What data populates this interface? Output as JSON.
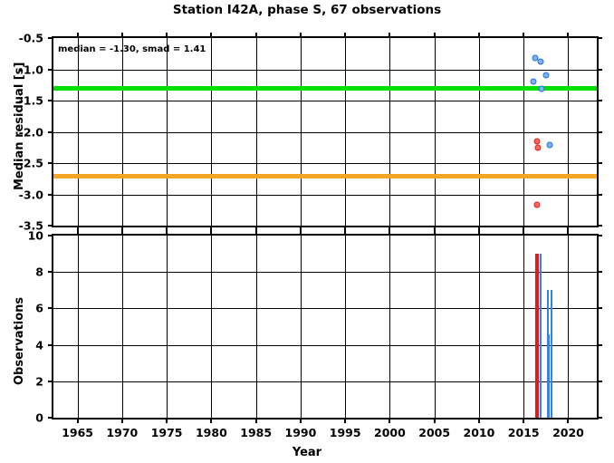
{
  "chart_data": {
    "type": "scatter",
    "title": "Station I42A, phase S, 67 observations",
    "xlabel": "Year",
    "xlim": [
      1962.3,
      2023.2
    ],
    "xticks": [
      1965,
      1970,
      1975,
      1980,
      1985,
      1990,
      1995,
      2000,
      2005,
      2010,
      2015,
      2020
    ],
    "panels": [
      {
        "name": "median-residual-panel",
        "ylabel": "Median residual [s]",
        "ylim": [
          -3.5,
          -0.5
        ],
        "yticks": [
          -0.5,
          -1.0,
          -1.5,
          -2.0,
          -2.5,
          -3.0,
          -3.5
        ],
        "ytick_labels": [
          "-0.5",
          "-1.0",
          "-1.5",
          "-2.0",
          "-2.5",
          "-3.0",
          "-3.5"
        ],
        "annotation": "median = -1.30, smad = 1.41",
        "reference_lines": [
          {
            "name": "median-line",
            "value": -1.3,
            "color": "#00e000"
          },
          {
            "name": "smad-line",
            "value": -2.71,
            "color": "#f5a623"
          }
        ],
        "series": [
          {
            "name": "blue-residuals",
            "color": "#1f6feb",
            "fill": "#7fb2f0",
            "points": [
              {
                "x": 2016.3,
                "y": -0.82
              },
              {
                "x": 2016.95,
                "y": -0.88
              },
              {
                "x": 2017.55,
                "y": -1.09
              },
              {
                "x": 2016.1,
                "y": -1.2
              },
              {
                "x": 2017.05,
                "y": -1.31
              },
              {
                "x": 2017.9,
                "y": -2.21
              }
            ]
          },
          {
            "name": "red-residuals",
            "color": "#e01b1b",
            "fill": "#ff6a5a",
            "points": [
              {
                "x": 2016.55,
                "y": -2.15
              },
              {
                "x": 2016.6,
                "y": -2.26
              },
              {
                "x": 2016.5,
                "y": -3.16
              }
            ]
          }
        ]
      },
      {
        "name": "observations-panel",
        "ylabel": "Observations",
        "ylim": [
          0,
          10
        ],
        "yticks": [
          0,
          2,
          4,
          6,
          8,
          10
        ],
        "ytick_labels": [
          "0",
          "2",
          "4",
          "6",
          "8",
          "10"
        ],
        "bars": [
          {
            "name": "bar-red-2016",
            "x": 2016.52,
            "value": 9,
            "width": 0.38,
            "color": "#e01b1b"
          },
          {
            "name": "bar-blue-2016",
            "x": 2016.86,
            "value": 9,
            "width": 0.16,
            "color": "#2f86e8"
          },
          {
            "name": "bar-blue-2017-inner",
            "x": 2017.82,
            "value": 4.6,
            "width": 0.09,
            "color": "#2f86e8"
          },
          {
            "name": "bar-blue-2017",
            "x": 2017.74,
            "value": 7,
            "width": 0.14,
            "color": "#2f86e8"
          },
          {
            "name": "bar-blue-2018",
            "x": 2018.12,
            "value": 7,
            "width": 0.14,
            "color": "#2f86e8"
          }
        ]
      }
    ]
  }
}
